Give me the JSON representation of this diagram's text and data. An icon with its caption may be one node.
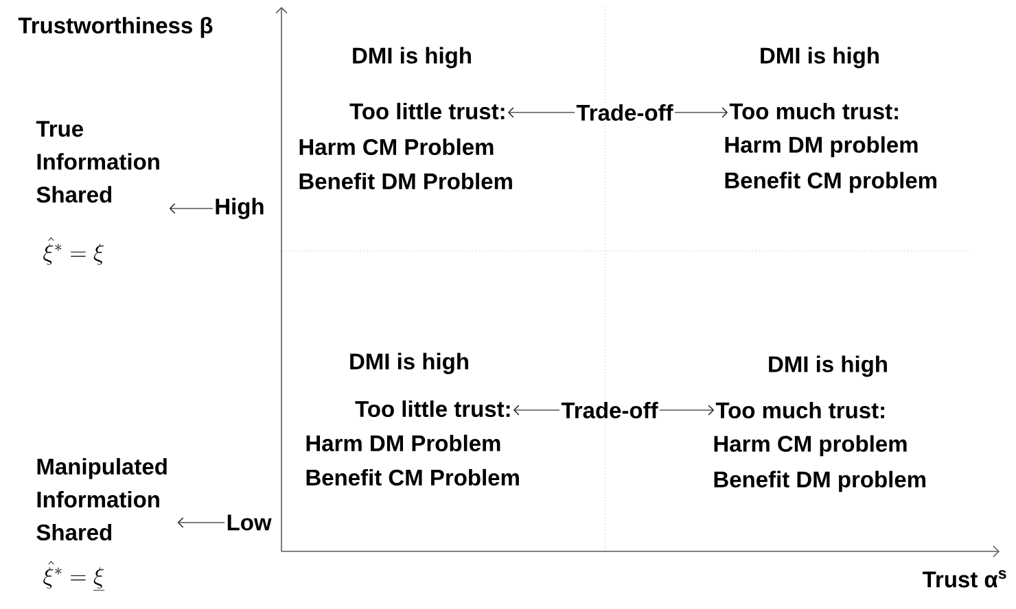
{
  "diagram": {
    "nodes": [
      {
        "text": [
          "True Information Shared"
        ]
      },
      {
        "text": [
          "High"
        ]
      },
      {
        "text": [
          "Too little trust:"
        ]
      },
      {
        "text": [
          "Trade-off"
        ]
      },
      {
        "text": [
          "Too much trust:"
        ]
      },
      {
        "text": [
          "Manipulated Information Shared"
        ]
      },
      {
        "text": [
          "Low"
        ]
      },
      {
        "text": [
          "Too little trust:"
        ]
      },
      {
        "text": [
          "Trade-off"
        ]
      },
      {
        "text": [
          "Too much trust:"
        ]
      }
    ],
    "edges": [
      {
        "from": 1,
        "to": 0,
        "arrow": "to"
      },
      {
        "from": 3,
        "to": 2,
        "arrow": "to"
      },
      {
        "from": 3,
        "to": 4,
        "arrow": "to"
      },
      {
        "from": 6,
        "to": 5,
        "arrow": "to"
      },
      {
        "from": 8,
        "to": 7,
        "arrow": "to"
      },
      {
        "from": 8,
        "to": 9,
        "arrow": "to"
      }
    ],
    "labels": [
      "Trustworthiness β",
      "DMI is high",
      "DMI is high",
      "Harm CM Problem",
      "Harm DM problem",
      "Benefit DM Problem",
      "Benefit CM problem",
      "\\hat{\\xi}^{*} = \\xi",
      "DMI is high",
      "DMI is high",
      "Harm DM Problem",
      "Harm CM problem",
      "Benefit CM Problem",
      "Benefit DM problem",
      "\\hat{\\xi}^{*} = \\underline{\\xi}",
      "Trust α$^{s}$"
    ]
  }
}
